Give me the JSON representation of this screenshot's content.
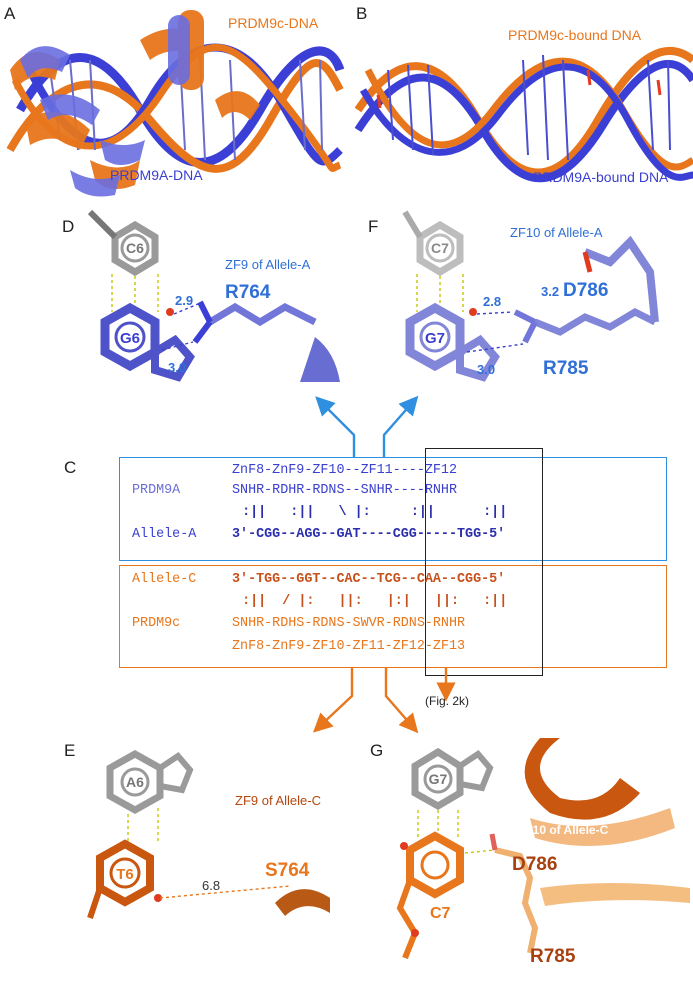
{
  "panels": {
    "A": {
      "letter": "A",
      "label_c": "PRDM9c-DNA",
      "label_a": "PRDM9A-DNA"
    },
    "B": {
      "letter": "B",
      "label_c": "PRDM9c-bound DNA",
      "label_a": "PRDM9A-bound DNA"
    },
    "D": {
      "letter": "D",
      "title": "ZF9 of Allele-A",
      "base_top": "C6",
      "base_bottom": "G6",
      "residue": "R764",
      "dist1": "2.9",
      "dist2": "3.0"
    },
    "F": {
      "letter": "F",
      "title": "ZF10 of Allele-A",
      "base_top": "C7",
      "base_bottom": "G7",
      "residue1": "D786",
      "residue2": "R785",
      "dist1": "2.8",
      "dist2": "3.2",
      "dist3": "3.0"
    },
    "C": {
      "letter": "C",
      "top_zf_row": "ZnF8-ZnF9-ZF10--ZF11----ZF12",
      "top_protein_label": "PRDM9A",
      "top_protein_row": "SNHR-RDHR-RDNS--SNHR----RNHR",
      "top_bond_row": "  :||   :||   \\ |:     :||      :||",
      "top_allele_label": "Allele-A",
      "top_allele_seq": "3'-CGG--AGG--GAT----CGG-----TGG-5'",
      "bottom_allele_label": "Allele-C",
      "bottom_allele_seq": "3'-TGG--GGT--CAC--TCG--CAA--CGG-5'",
      "bottom_bond_row": "  :||  / |:   ||:   |:|   ||:   :||",
      "bottom_protein_label": "PRDM9c",
      "bottom_protein_row": "SNHR-RDHS-RDNS-SWVR-RDNS-RNHR",
      "bottom_zf_row": "ZnF8-ZnF9-ZF10-ZF11-ZF12-ZF13",
      "fig_ref": "(Fig. 2k)"
    },
    "E": {
      "letter": "E",
      "title": "ZF9 of Allele-C",
      "base_top": "A6",
      "base_bottom": "T6",
      "residue": "S764",
      "dist": "6.8"
    },
    "G": {
      "letter": "G",
      "title": "ZF10 of Allele-C",
      "base_top": "G7",
      "base_bottom": "C7",
      "residue1": "D786",
      "residue2": "R785"
    }
  },
  "colors": {
    "blue": "#3a3fd0",
    "blue_light": "#7b80d8",
    "orange": "#e8761c",
    "orange_dark": "#b5460f",
    "red": "#e03b1f",
    "navy": "#2b2fae"
  }
}
